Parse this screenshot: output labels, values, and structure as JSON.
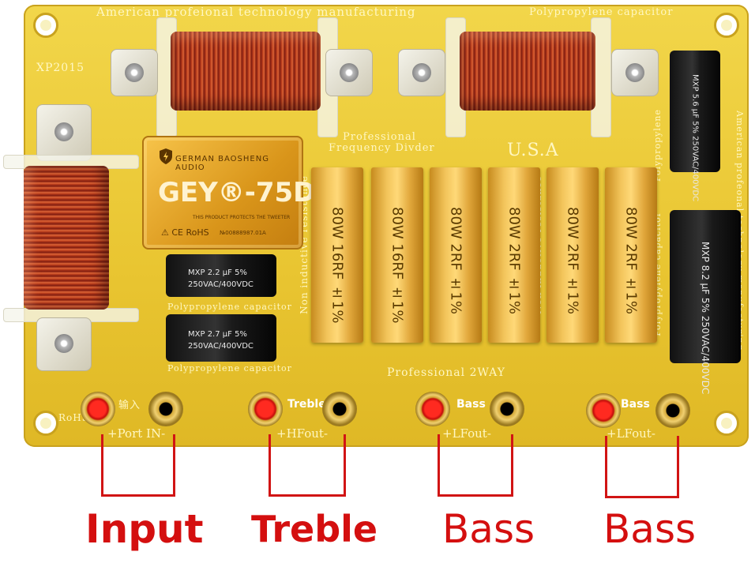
{
  "board": {
    "top_text": "American profeional technology manufacturing",
    "top_right_text": "Polypropylene capacitor",
    "model_code": "XP2015",
    "center_title_1": "Professional",
    "center_title_2": "Frequency Divder",
    "usa": "U.S.A",
    "bottom_center": "Professional 2WAY",
    "right_vertical_1": "Polypropylene",
    "right_vertical_2": "American profeonal technology manufacturing",
    "right_vertical_3": "Polypropylene capacitor",
    "res_side_1": "Non inductive resistance",
    "res_side_2": "Non inductive resistance"
  },
  "module": {
    "brand": "GERMAN BAOSHENG AUDIO",
    "model": "GEY®-75D",
    "small_text": "THIS PRODUCT PROTECTS THE TWEETER",
    "rohs": "⚠ CE RoHS",
    "serial": "№00888987.01A"
  },
  "capacitors": [
    {
      "line1": "MXP 2.2 μF 5%",
      "line2": "250VAC/400VDC",
      "caption": "Polypropylene capacitor"
    },
    {
      "line1": "MXP 2.7 μF 5%",
      "line2": "250VAC/400VDC",
      "caption": "Polypropylene capacitor"
    },
    {
      "text": "MXP 5.6 μF 5% 250VAC/400VDC"
    },
    {
      "text": "MXP 8.2 μF 5% 250VAC/400VDC"
    }
  ],
  "resistors": [
    "80W 16RF ±1%",
    "80W 16RF ±1%",
    "80W 2RF ±1%",
    "80W 2RF ±1%",
    "80W 2RF ±1%",
    "80W 2RF ±1%"
  ],
  "terminals": {
    "rohs_small": "RoHS",
    "in_small": "输入",
    "treble_tag": "Treble",
    "bass_tag_1": "Bass",
    "bass_tag_2": "Bass",
    "port_in": "+Port IN-",
    "hf_out": "+HFout-",
    "lf_out_1": "+LFout-",
    "lf_out_2": "+LFout-"
  },
  "labels": {
    "input": "Input",
    "treble": "Treble",
    "bass_1": "Bass",
    "bass_2": "Bass"
  },
  "colors": {
    "board": "#e9c531",
    "wire": "#d11414",
    "label_red": "#d40f0f"
  }
}
